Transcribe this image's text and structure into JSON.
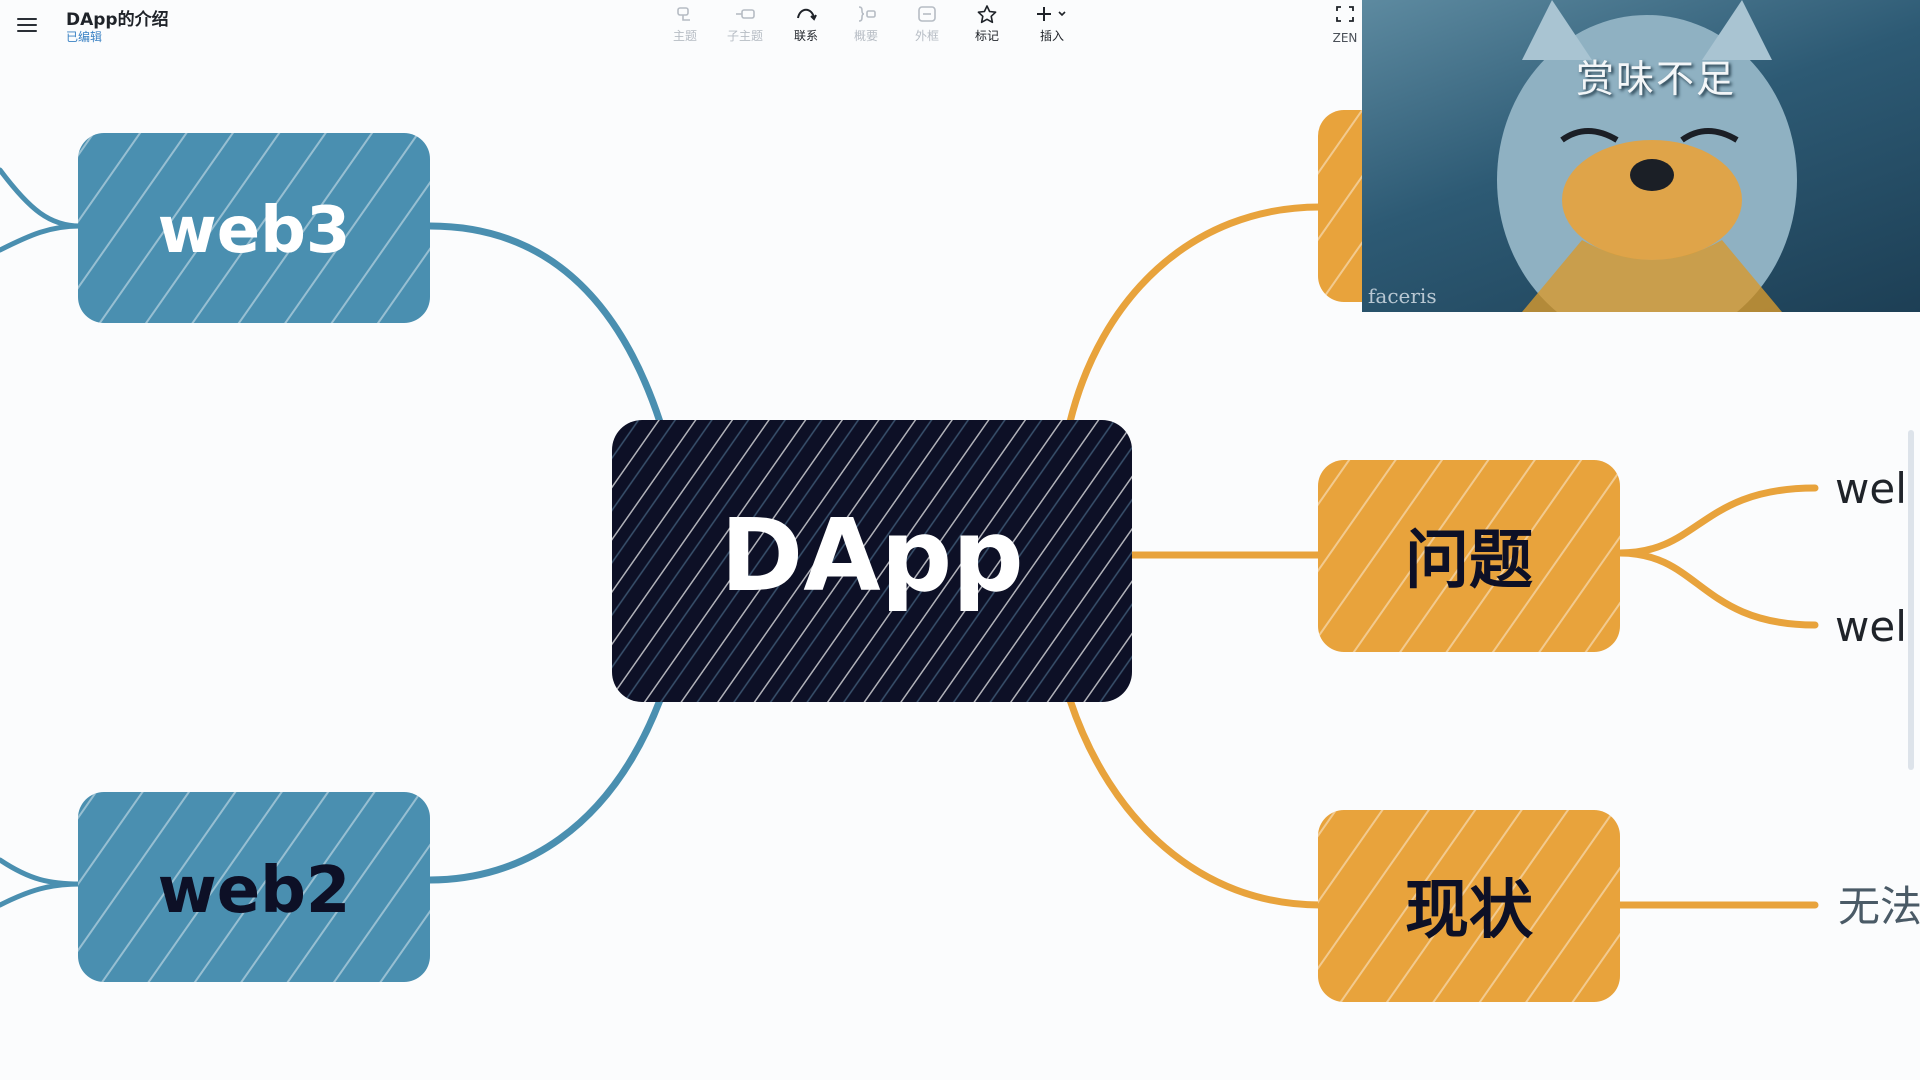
{
  "document": {
    "title": "DApp的介绍",
    "status": "已编辑"
  },
  "toolbar": {
    "topic": "主题",
    "subtopic": "子主题",
    "relation": "联系",
    "summary": "概要",
    "boundary": "外框",
    "marker": "标记",
    "insert": "插入",
    "zen": "ZEN"
  },
  "mindmap": {
    "central": "DApp",
    "left": [
      "web3",
      "web2"
    ],
    "right_top_hidden": "",
    "right": [
      "问题",
      "现状"
    ],
    "problem_children": [
      "wel",
      "wel"
    ],
    "status_children": [
      "无法"
    ]
  },
  "overlay": {
    "caption": "赏味不足",
    "watermark": "faceris"
  },
  "colors": {
    "central_fill": "#0d1026",
    "blue_node": "#4a8fb0",
    "blue_line": "#4a8fb0",
    "orange_node": "#e8a33c",
    "orange_line": "#e8a33c",
    "edited_status": "#3b82c4"
  }
}
